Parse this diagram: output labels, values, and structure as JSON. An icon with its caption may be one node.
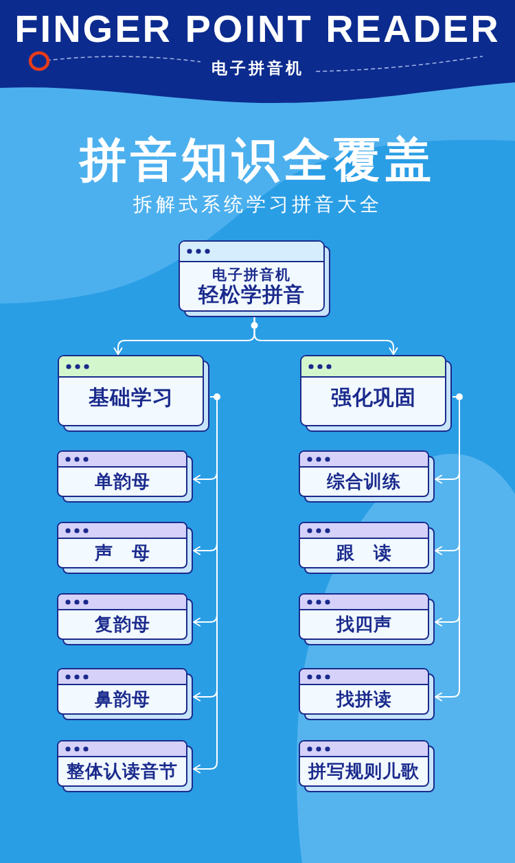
{
  "diagram": {
    "title": "拼音知识全覆盖",
    "nodes": [
      {
        "text": [
          "电子拼音机",
          "轻松学拼音"
        ]
      },
      {
        "text": [
          "基础学习"
        ]
      },
      {
        "text": [
          "强化巩固"
        ]
      },
      {
        "text": [
          "单韵母"
        ]
      },
      {
        "text": [
          "声　母"
        ]
      },
      {
        "text": [
          "复韵母"
        ]
      },
      {
        "text": [
          "鼻韵母"
        ]
      },
      {
        "text": [
          "整体认读音节"
        ]
      },
      {
        "text": [
          "综合训练"
        ]
      },
      {
        "text": [
          "跟　读"
        ]
      },
      {
        "text": [
          "找四声"
        ]
      },
      {
        "text": [
          "找拼读"
        ]
      },
      {
        "text": [
          "拼写规则儿歌"
        ]
      }
    ],
    "edges": [
      {
        "from": 0,
        "to": 1,
        "arrow": "to"
      },
      {
        "from": 0,
        "to": 2,
        "arrow": "to"
      },
      {
        "from": 1,
        "to": 3,
        "arrow": "to"
      },
      {
        "from": 1,
        "to": 4,
        "arrow": "to"
      },
      {
        "from": 1,
        "to": 5,
        "arrow": "to"
      },
      {
        "from": 1,
        "to": 6,
        "arrow": "to"
      },
      {
        "from": 1,
        "to": 7,
        "arrow": "to"
      },
      {
        "from": 2,
        "to": 8,
        "arrow": "to"
      },
      {
        "from": 2,
        "to": 9,
        "arrow": "to"
      },
      {
        "from": 2,
        "to": 10,
        "arrow": "to"
      },
      {
        "from": 2,
        "to": 11,
        "arrow": "to"
      }
    ],
    "labels": [
      "FINGER POINT READER",
      "电子拼音机",
      "拆解式系统学习拼音大全"
    ]
  }
}
